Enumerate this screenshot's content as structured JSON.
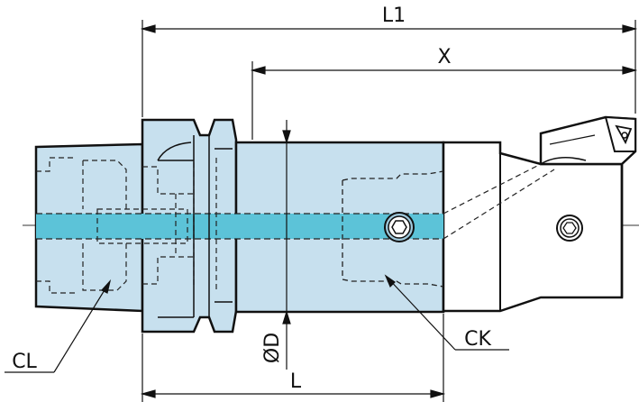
{
  "labels": {
    "l1": "L1",
    "x": "X",
    "l": "L",
    "d": "ØD",
    "cl": "CL",
    "ck": "CK"
  },
  "colors": {
    "body_fill": "#c7e0ee",
    "coolant_channel": "#5cc3d8",
    "outline": "#111111",
    "hidden_line": "#222222"
  }
}
